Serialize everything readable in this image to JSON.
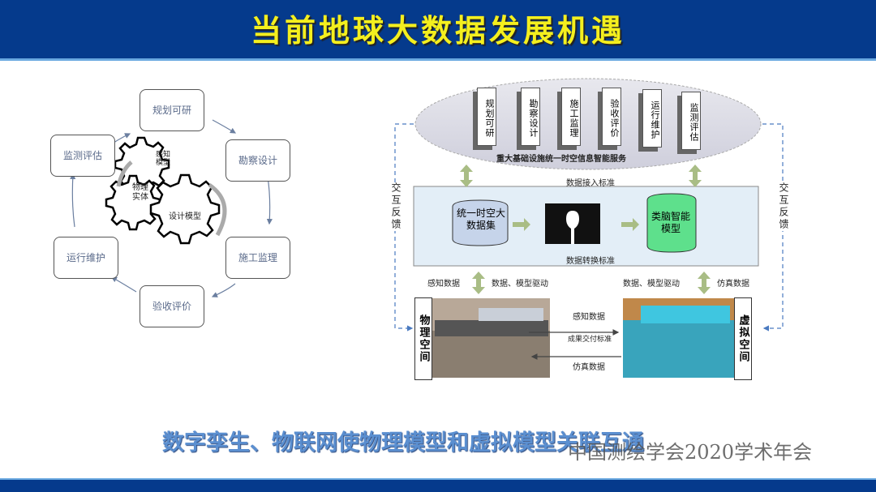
{
  "slide": {
    "title": "当前地球大数据发展机遇",
    "caption": "数字孪生、物联网使物理模型和虚拟模型关联互通",
    "watermark": "中国测绘学会2020学术年会"
  },
  "colors": {
    "header": "#053a8c",
    "title": "#f4ef1e",
    "caption": "#5b8fd0",
    "inner_box": "#e3eef7",
    "brain_model": "#5ee08c"
  },
  "cycle": {
    "stages": [
      "规划可研",
      "勘察设计",
      "施工监理",
      "验收评价",
      "运行维护",
      "监测评估"
    ],
    "gears": [
      "感知模型",
      "物理实体",
      "设计模型"
    ]
  },
  "framework": {
    "pillars": [
      "规划可研",
      "勘察设计",
      "施工监理",
      "验收评价",
      "运行维护",
      "监测评估"
    ],
    "service": "重大基础设施统一时空信息智能服务",
    "access_standard": "数据接入标准",
    "dataset": "统一时空大数据集",
    "brain_model": "类脑智能模型",
    "conversion_standard": "数据转换标准",
    "left_up": "感知数据",
    "left_down": "数据、模型驱动",
    "right_down": "数据、模型驱动",
    "right_up": "仿真数据",
    "physical_space": "物理空间",
    "virtual_space": "虚拟空间",
    "mid_top": "感知数据",
    "mid_standard": "成果交付标准",
    "mid_bottom": "仿真数据",
    "feedback_left": "交互反馈",
    "feedback_right": "交互反馈"
  }
}
